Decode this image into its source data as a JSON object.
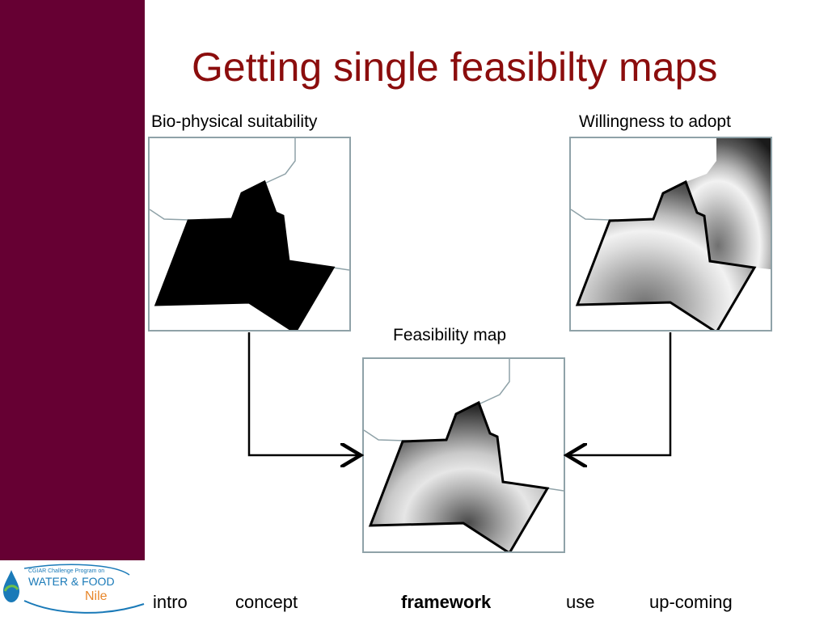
{
  "slide": {
    "title": "Getting single feasibilty maps"
  },
  "maps": {
    "biophysical": {
      "label": "Bio-physical suitability"
    },
    "willingness": {
      "label": "Willingness to adopt"
    },
    "feasibility": {
      "label": "Feasibility map"
    }
  },
  "logo": {
    "line1": "CGIAR Challenge Program on",
    "line2": "WATER & FOOD",
    "line3": "Nile"
  },
  "nav": {
    "items": [
      {
        "label": "intro",
        "active": false
      },
      {
        "label": "concept",
        "active": false
      },
      {
        "label": "framework",
        "active": true
      },
      {
        "label": "use",
        "active": false
      },
      {
        "label": "up-coming",
        "active": false
      }
    ]
  },
  "colors": {
    "sidebar": "#660033",
    "title": "#8b0d0d",
    "map_border": "#8fa2a8",
    "logo_blue": "#1a7ab8",
    "logo_orange": "#e8872b"
  }
}
